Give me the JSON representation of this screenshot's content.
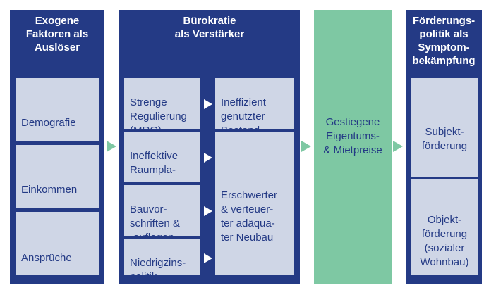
{
  "colors": {
    "panel": "#243a85",
    "cell": "#cfd6e6",
    "green": "#7ec8a3",
    "text_dark": "#243a85",
    "text_light": "#ffffff"
  },
  "columns": {
    "exogen": {
      "title": "Exogene\nFaktoren als\nAuslöser",
      "items": [
        "Demografie",
        "Einkommen",
        "Ansprüche"
      ]
    },
    "buerokratie": {
      "title": "Bürokratie\nals Verstärker",
      "causes": [
        "Strenge\nRegulierung\n(MRG)",
        "Ineffektive\nRaumpla-\nnung",
        "Bauvor-\nschriften &\n-auflagen",
        "Niedrigzins-\npolitik"
      ],
      "effects": [
        "Ineffizient\ngenutzter\nBestand",
        "Erschwerter\n& verteuer-\nter adäqua-\nter Neubau"
      ]
    },
    "outcome": {
      "label": "Gestiegene\nEigentums-\n& Mietpreise"
    },
    "foerderung": {
      "title": "Förderungs-\npolitik als\nSymptom-\nbekämpfung",
      "items": [
        "Subjekt-\nförderung",
        "Objekt-\nförderung\n(sozialer\nWohnbau)"
      ]
    }
  }
}
